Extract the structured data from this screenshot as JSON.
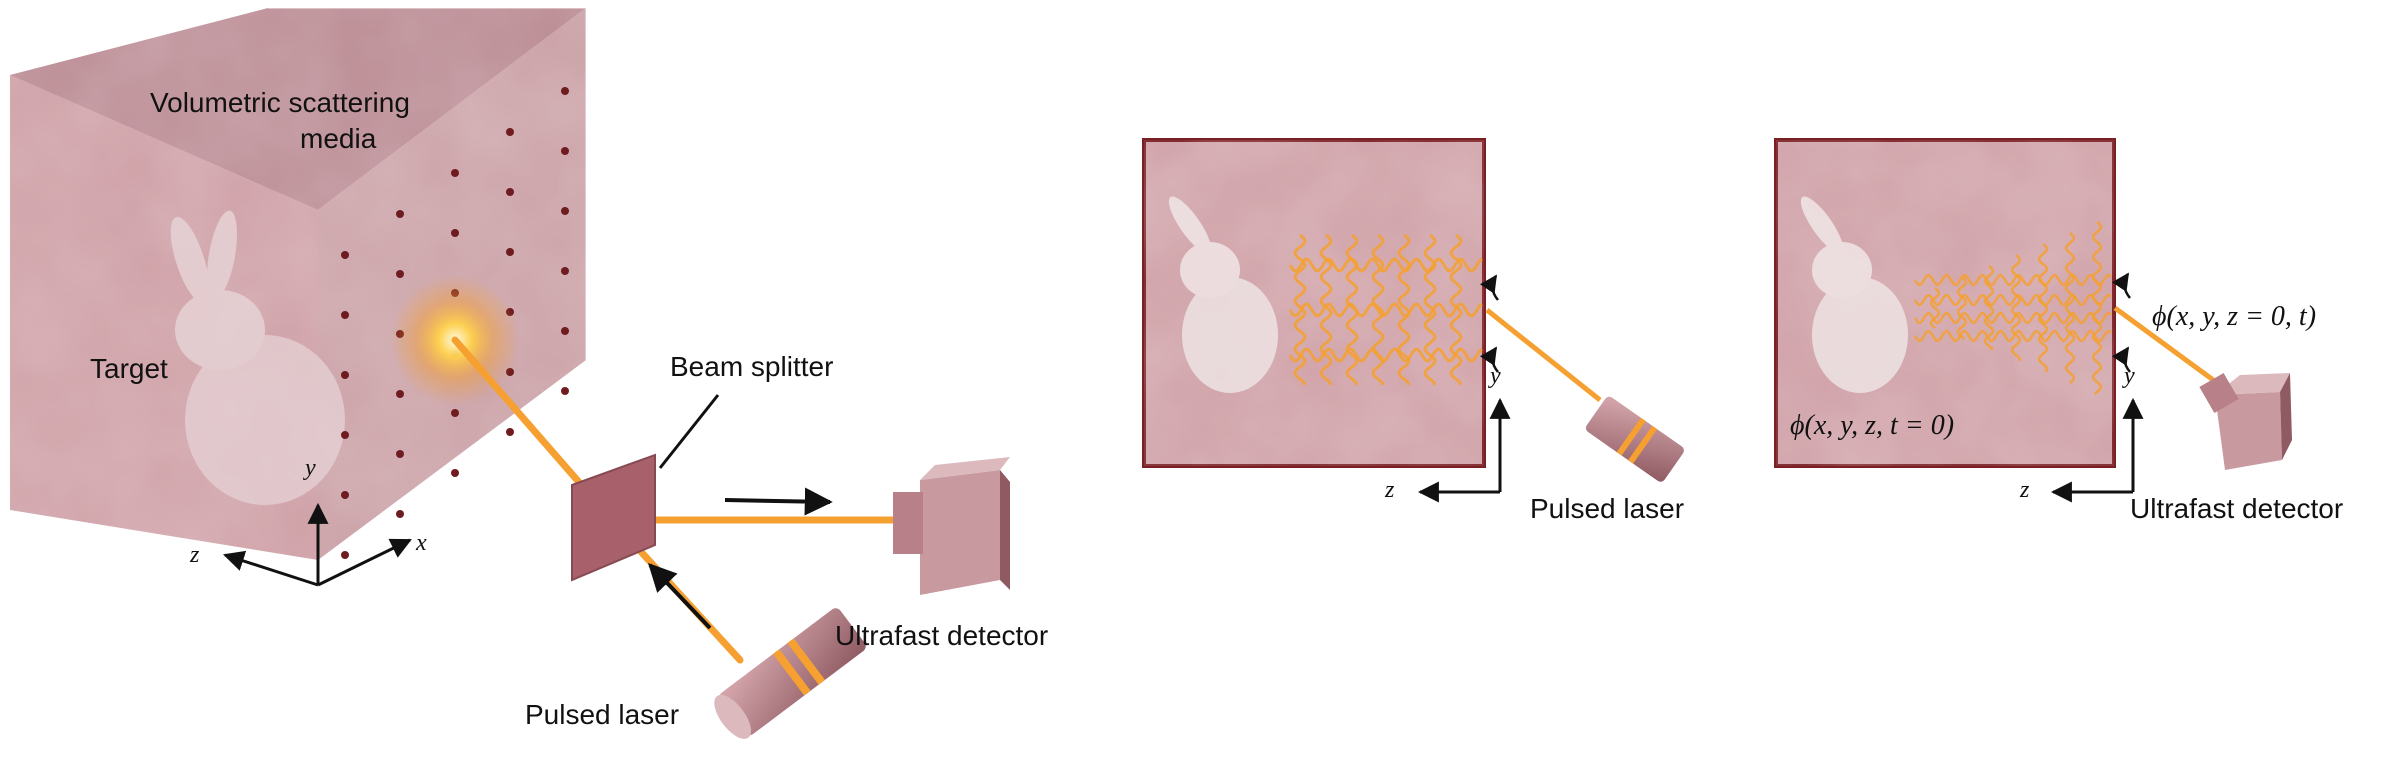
{
  "left_panel": {
    "media_label_line1": "Volumetric scattering",
    "media_label_line2": "media",
    "target_label": "Target",
    "beam_splitter_label": "Beam splitter",
    "detector_label": "Ultrafast detector",
    "laser_label": "Pulsed laser",
    "axis_y": "y",
    "axis_z": "z",
    "axis_x": "x"
  },
  "middle_panel": {
    "laser_label": "Pulsed laser",
    "axis_y": "y",
    "axis_z": "z"
  },
  "right_panel": {
    "equation_detector": "ϕ(x, y, z = 0, t)",
    "equation_initial": "ϕ(x, y, z, t = 0)",
    "detector_label": "Ultrafast detector",
    "axis_y": "y",
    "axis_z": "z"
  },
  "colors": {
    "media": "#c99aa0",
    "media_dark": "#a8747c",
    "frame": "#7a1f24",
    "beam": "#f5a030",
    "dot": "#6e1c20",
    "device": "#b88088"
  }
}
